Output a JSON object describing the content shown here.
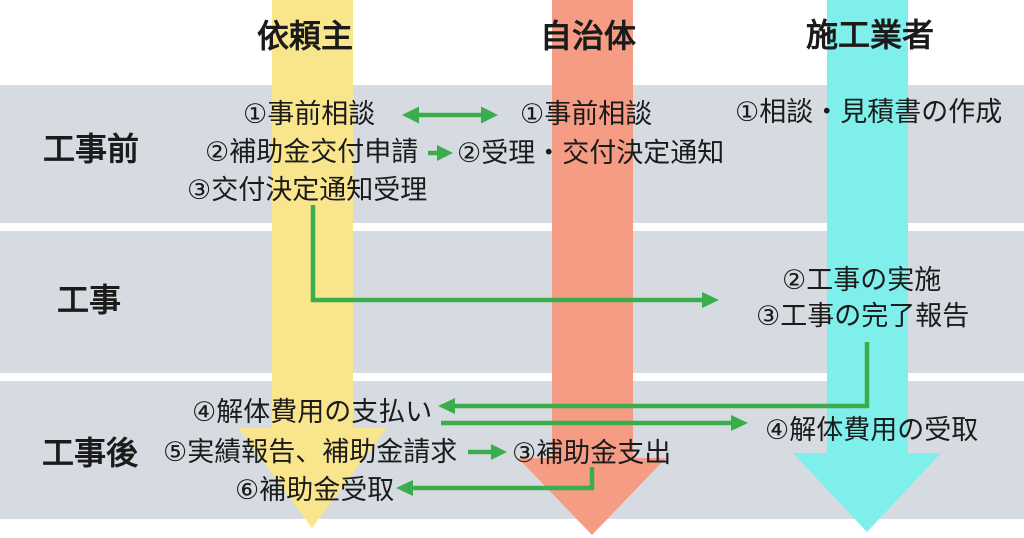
{
  "columns": [
    {
      "id": "client",
      "label": "依頼主"
    },
    {
      "id": "municipality",
      "label": "自治体"
    },
    {
      "id": "contractor",
      "label": "施工業者"
    }
  ],
  "rows": [
    {
      "id": "pre",
      "label": "工事前"
    },
    {
      "id": "during",
      "label": "工事"
    },
    {
      "id": "post",
      "label": "工事後"
    }
  ],
  "steps": {
    "client": [
      {
        "label": "①事前相談"
      },
      {
        "label": "②補助金交付申請"
      },
      {
        "label": "③交付決定通知受理"
      },
      {
        "label": "④解体費用の支払い"
      },
      {
        "label": "⑤実績報告、補助金請求"
      },
      {
        "label": "⑥補助金受取"
      }
    ],
    "municipality": [
      {
        "label": "①事前相談"
      },
      {
        "label": "②受理・交付決定通知"
      },
      {
        "label": "③補助金支出"
      }
    ],
    "contractor": [
      {
        "label": "①相談・見積書の作成"
      },
      {
        "label": "②工事の実施"
      },
      {
        "label": "③工事の完了報告"
      },
      {
        "label": "④解体費用の受取"
      }
    ]
  },
  "connectors": [
    {
      "from": "client ①事前相談",
      "to": "municipality ①事前相談",
      "direction": "both"
    },
    {
      "from": "client ②補助金交付申請",
      "to": "municipality ②受理・交付決定通知",
      "direction": "right"
    },
    {
      "from": "client ③交付決定通知受理",
      "to": "contractor ②工事の実施",
      "direction": "right"
    },
    {
      "from": "contractor ③工事の完了報告",
      "to": "client ④解体費用の支払い",
      "direction": "left"
    },
    {
      "from": "client ④解体費用の支払い",
      "to": "contractor ④解体費用の受取",
      "direction": "right"
    },
    {
      "from": "client ⑤実績報告、補助金請求",
      "to": "municipality ③補助金支出",
      "direction": "right"
    },
    {
      "from": "municipality ③補助金支出",
      "to": "client ⑥補助金受取",
      "direction": "left"
    }
  ],
  "colors": {
    "client_arrow": "#F8E58C",
    "municipality_arrow": "#F69B84",
    "contractor_arrow": "#7FEFEC",
    "phase_band": "#D6DBE2",
    "connector": "#3CAD4C",
    "text": "#1B1B1B"
  }
}
